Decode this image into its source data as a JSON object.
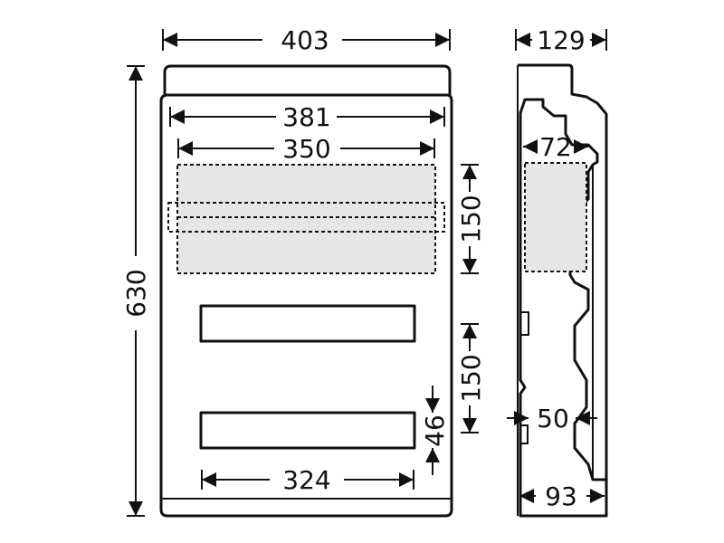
{
  "front_view": {
    "overall_width": "403",
    "inner_width": "381",
    "mounting_width": "350",
    "height": "630",
    "cutout_width": "324",
    "row_pitch_upper": "150",
    "row_pitch_lower": "150",
    "cutout_height": "46"
  },
  "side_view": {
    "depth": "129",
    "inner_depth": "72",
    "depth_small": "50",
    "depth_base": "93"
  }
}
